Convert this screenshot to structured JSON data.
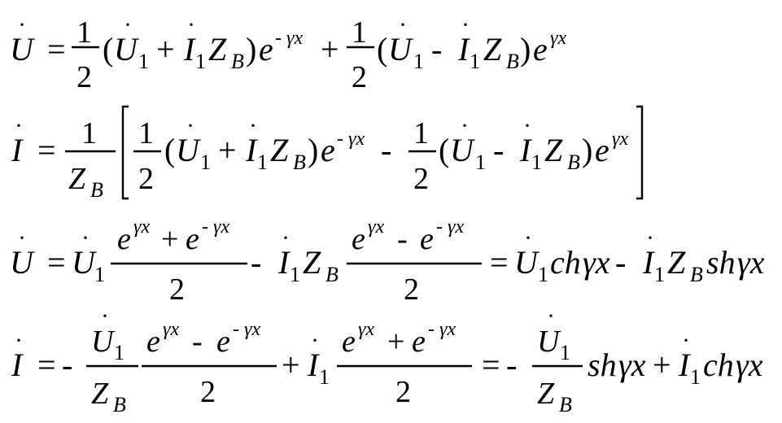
{
  "symbols": {
    "U": "U",
    "I": "I",
    "Z": "Z",
    "B": "B",
    "e": "e",
    "one": "1",
    "two": "2",
    "dot": "·",
    "eq": "=",
    "plus": "+",
    "minus": "-",
    "lp": "(",
    "rp": ")",
    "gx": "γx",
    "neg_gx": "- γx",
    "ch": "ch",
    "sh": "sh"
  }
}
